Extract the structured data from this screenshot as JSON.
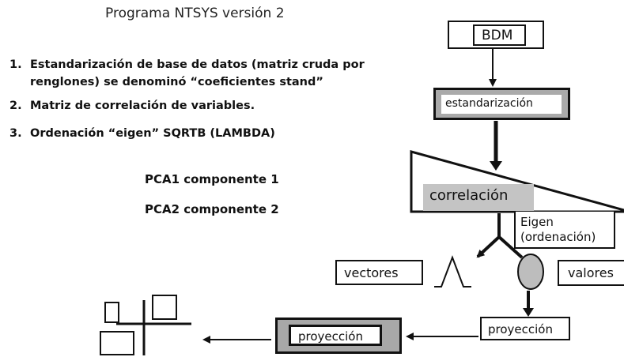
{
  "title": "Programa NTSYS versión 2",
  "steps": [
    {
      "number": "1.",
      "line1": "Estandarización de  base de datos (matriz cruda por",
      "line2": "renglones) se denominó “coeficientes stand”"
    },
    {
      "number": "2.",
      "line1": "Matriz de correlación de variables."
    },
    {
      "number": "3.",
      "line1": "Ordenación “eigen” SQRTB (LAMBDA)"
    }
  ],
  "pca": [
    "PCA1 componente 1",
    "PCA2 componente 2"
  ],
  "nodes": {
    "bdm": "BDM",
    "standardization": "estandarización",
    "correlation": "correlación",
    "eigen_line1": "Eigen",
    "eigen_line2": "(ordenación)",
    "vectors": "vectores",
    "values": "valores",
    "projection_right": "proyección",
    "projection_left": "proyección"
  },
  "colors": {
    "line": "#111111",
    "gray_fill": "#c4c4c4",
    "dark_gray": "#a8a8a8"
  }
}
